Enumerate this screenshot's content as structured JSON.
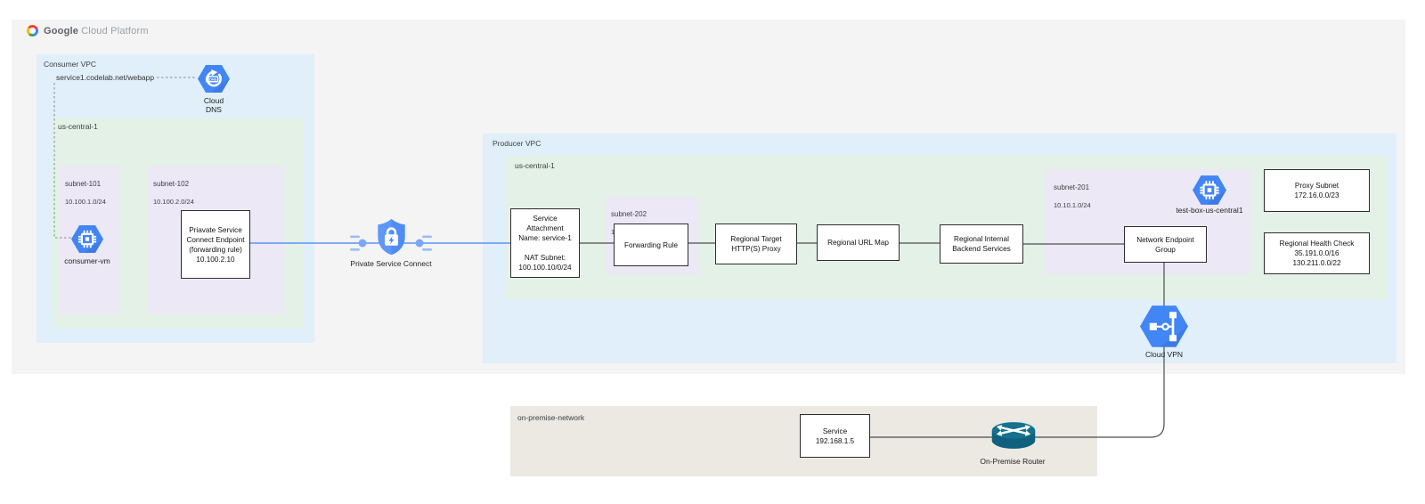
{
  "header": {
    "brand_google": "Google",
    "brand_rest": "Cloud Platform"
  },
  "consumer_vpc": {
    "label": "Consumer VPC",
    "dns_record": "service1.codelab.net/webapp",
    "cloud_dns_label": "Cloud\nDNS",
    "dns_badge": "DNS",
    "region": {
      "label": "us-central-1",
      "subnet_101": {
        "name": "subnet-101",
        "cidr": "10.100.1.0/24",
        "vm_label": "consumer-vm"
      },
      "subnet_102": {
        "name": "subnet-102",
        "cidr": "10.100.2.0/24",
        "endpoint_text": "Priavate Service\nConnect Endpoint\n(forwarding rule)\n10.100.2.10"
      }
    }
  },
  "psc": {
    "label": "Private Service Connect"
  },
  "producer_vpc": {
    "label": "Producer VPC",
    "cloud_vpn_label": "Cloud VPN",
    "region": {
      "label": "us-central-1",
      "service_attachment": "Service\nAttachment\nName: service-1\n\nNAT Subnet:\n100.100.10/0/24",
      "subnet_202": {
        "name": "subnet-202",
        "cidr": "10.20.1.0/24",
        "forwarding_rule": "Forwarding Rule"
      },
      "target_proxy": "Regional Target\nHTTP(S) Proxy",
      "url_map": "Regional URL Map",
      "backend_services": "Regional Internal\nBackend Services",
      "subnet_201": {
        "name": "subnet-201",
        "cidr": "10.10.1.0/24",
        "vm_label": "test-box-us-central1",
        "neg": "Network Endpoint\nGroup"
      },
      "proxy_subnet": "Proxy Subnet\n172.16.0.0/23",
      "health_check": "Regional Health Check\n35.191.0.0/16\n130.211.0.0/22"
    }
  },
  "on_premise": {
    "label": "on-premise-network",
    "service_box": "Service\n192.168.1.5",
    "router_label": "On-Premise Router"
  },
  "colors": {
    "google_blue": "#4285f4",
    "shield_blue": "#5e97f6",
    "line_blue": "#5b93f5",
    "connector_gray": "#4d4d4d",
    "canvas_fill": "#f4f4f4",
    "vpc_fill": "#e0effa",
    "region_fill": "#e3f1e7",
    "subnet_fill": "#ece8f6",
    "on_premise_fill": "#ece9e3",
    "router_teal": "#16718f"
  }
}
